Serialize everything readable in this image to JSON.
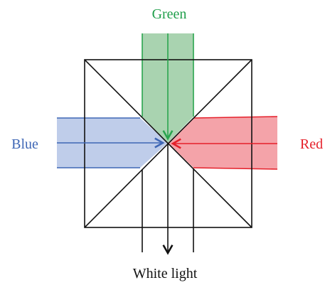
{
  "diagram": {
    "labels": {
      "green": "Green",
      "blue": "Blue",
      "red": "Red",
      "output": "White light"
    },
    "colors": {
      "green_text": "#1f9e4a",
      "green_fill": "#a9d3b0",
      "green_line": "#2aa54f",
      "blue_text": "#3e66b5",
      "blue_fill": "#bfcdea",
      "blue_line": "#3e66b5",
      "red_text": "#e5202a",
      "red_fill": "#f4a3a9",
      "red_line": "#e5202a",
      "structure": "#111111"
    }
  }
}
